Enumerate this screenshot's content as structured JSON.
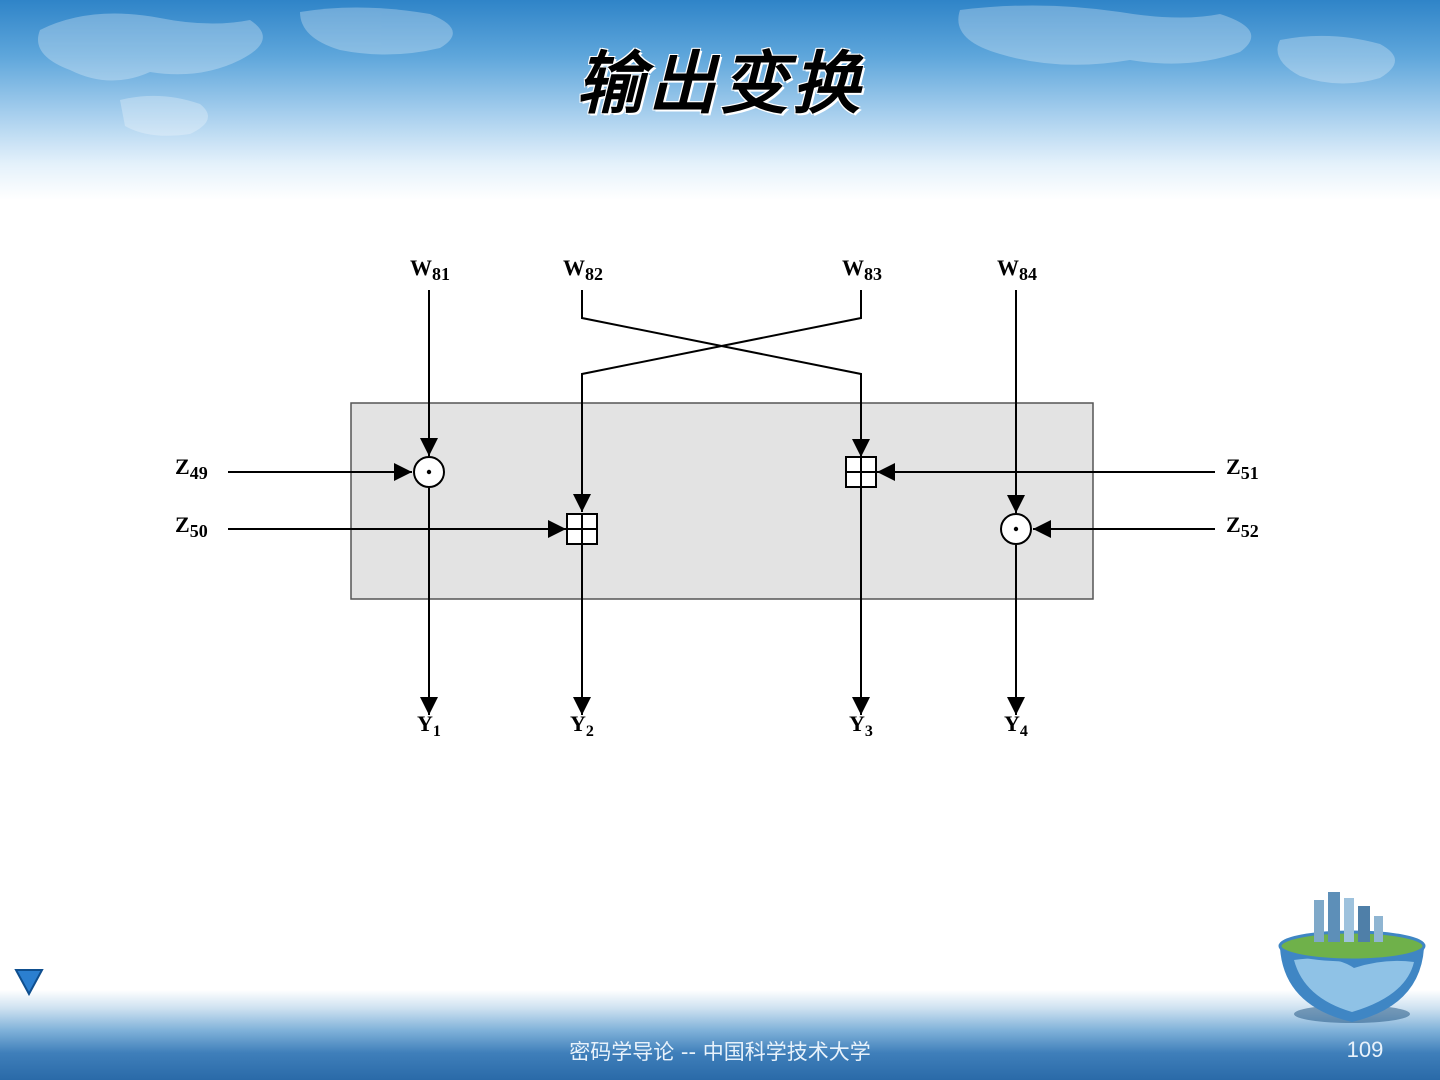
{
  "slide": {
    "title": "输出变换",
    "footer_text": "密码学导论 -- 中国科学技术大学",
    "page_number": "109"
  },
  "diagram": {
    "inputs": [
      {
        "base": "W",
        "sub": "81"
      },
      {
        "base": "W",
        "sub": "82"
      },
      {
        "base": "W",
        "sub": "83"
      },
      {
        "base": "W",
        "sub": "84"
      }
    ],
    "keys_left": [
      {
        "base": "Z",
        "sub": "49"
      },
      {
        "base": "Z",
        "sub": "50"
      }
    ],
    "keys_right": [
      {
        "base": "Z",
        "sub": "51"
      },
      {
        "base": "Z",
        "sub": "52"
      }
    ],
    "outputs": [
      {
        "base": "Y",
        "sub": "1"
      },
      {
        "base": "Y",
        "sub": "2"
      },
      {
        "base": "Y",
        "sub": "3"
      },
      {
        "base": "Y",
        "sub": "4"
      }
    ]
  },
  "colors": {
    "box_fill": "#e3e3e3",
    "line": "#000000",
    "header_blue": "#2f84c8",
    "footer_blue": "#2a6aa8"
  },
  "icons": {
    "nav": "nav-down-triangle-icon",
    "logo": "globe-city-logo-icon",
    "multiply": "multiply-mod-icon",
    "add": "add-mod-icon"
  }
}
